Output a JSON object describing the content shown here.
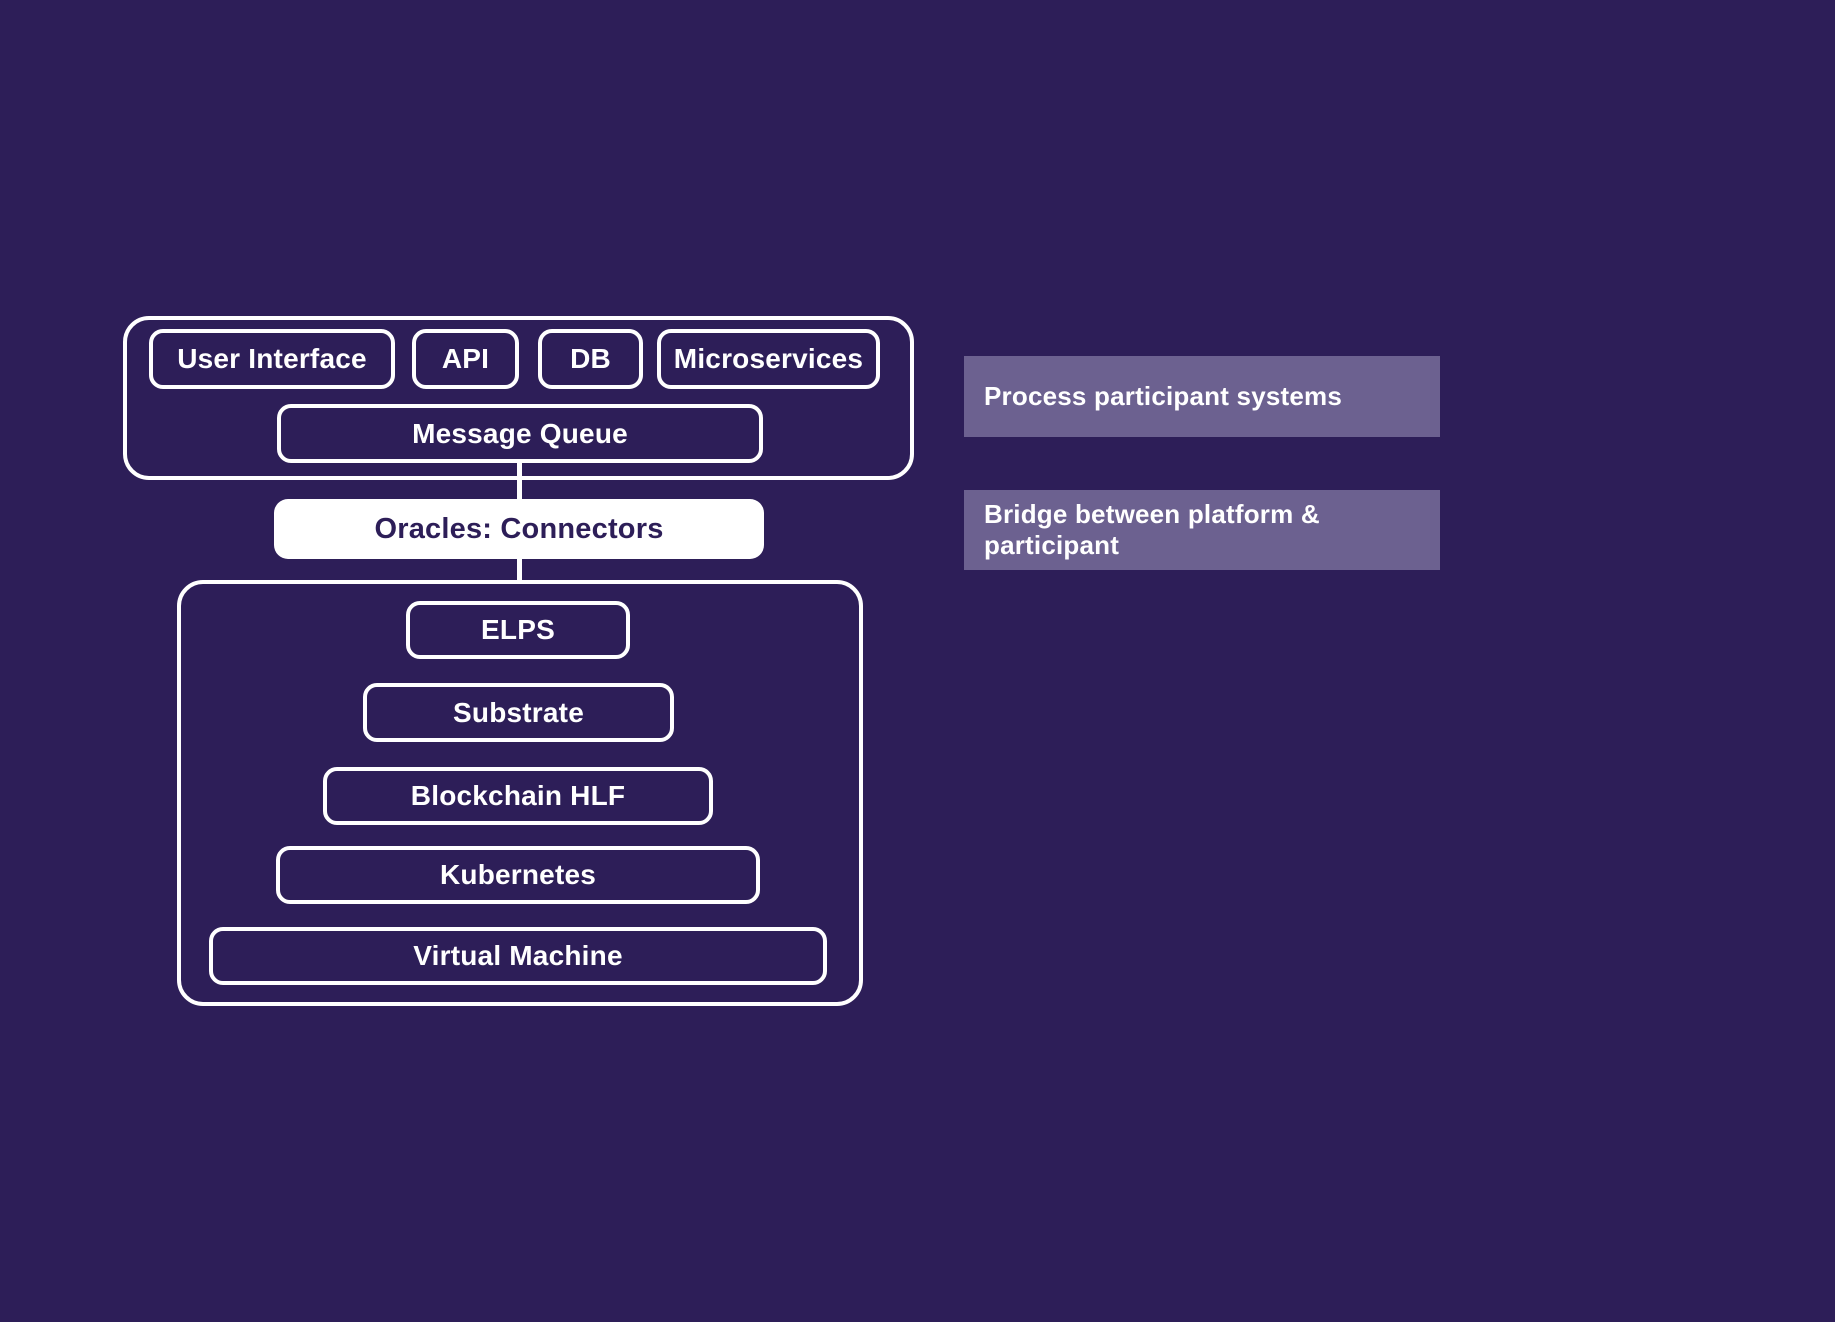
{
  "colors": {
    "background": "#2D1E58",
    "box_border": "#FFFFFF",
    "box_text": "#FFFFFF",
    "highlight_fill": "#FFFFFF",
    "highlight_text": "#2D1E58",
    "annotation_fill": "#6C6190",
    "annotation_text": "#FFFFFF"
  },
  "diagram": {
    "platform_group": {
      "services": [
        "User Interface",
        "API",
        "DB",
        "Microservices"
      ],
      "queue": "Message Queue"
    },
    "oracle_label": "Oracles: Connectors",
    "infrastructure_group": {
      "layers": [
        "ELPS",
        "Substrate",
        "Blockchain HLF",
        "Kubernetes",
        "Virtual Machine"
      ]
    },
    "annotations": {
      "process": "Process participant systems",
      "bridge": "Bridge between platform & participant"
    }
  }
}
